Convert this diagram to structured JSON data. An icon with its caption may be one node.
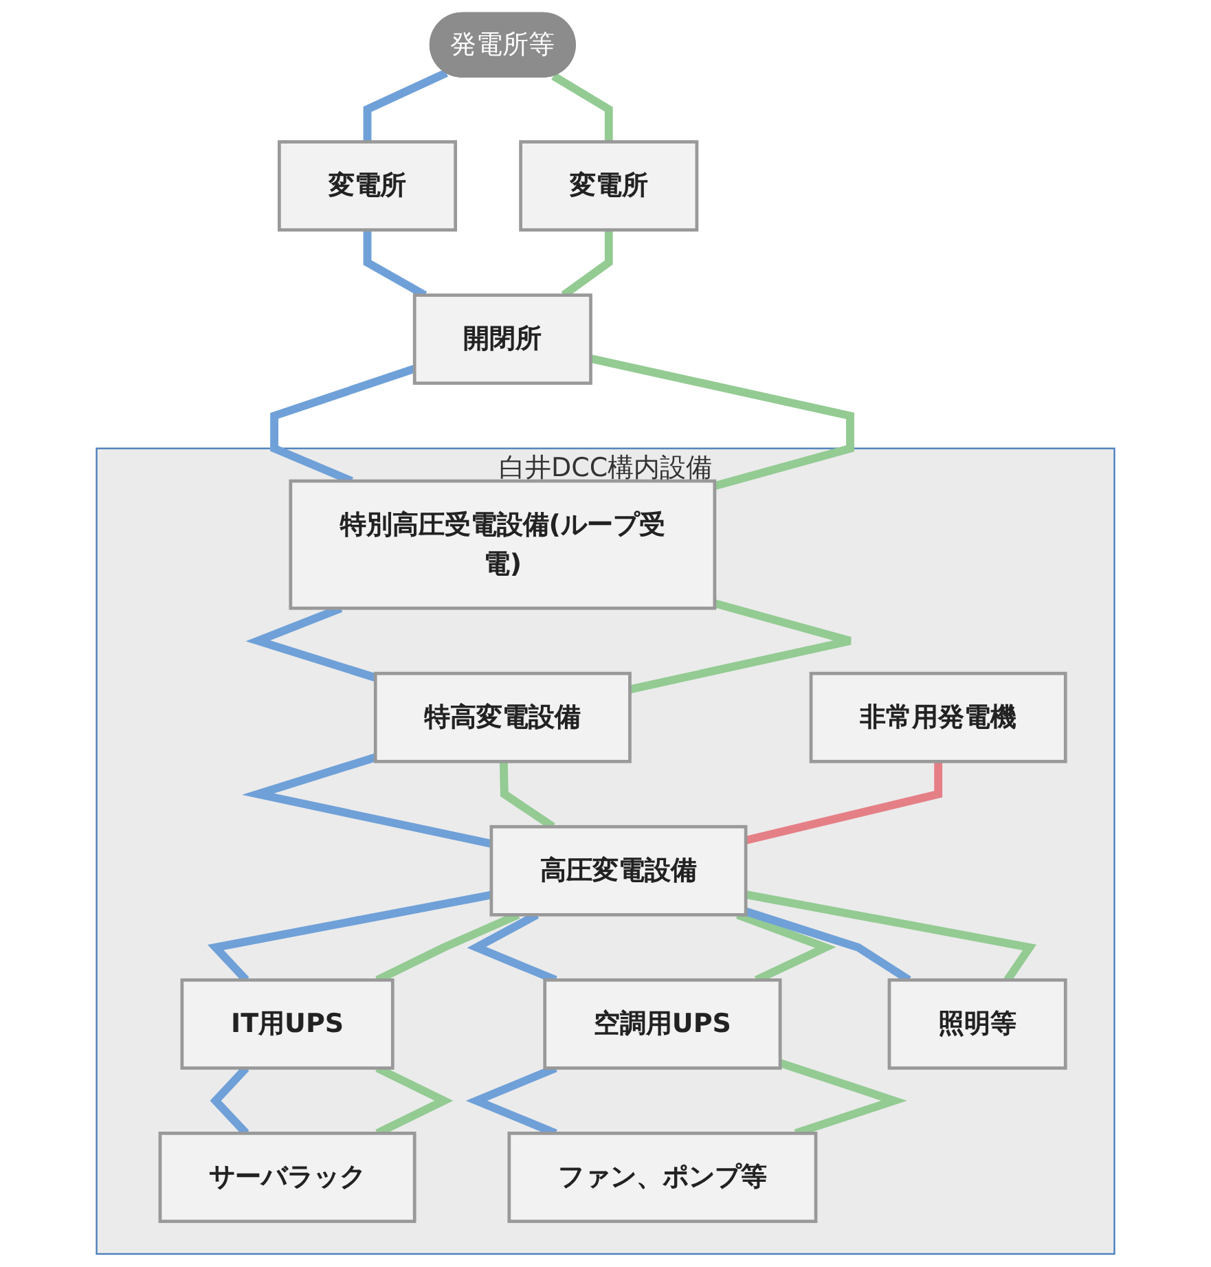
{
  "diagram": {
    "nodes": [
      {
        "text": [
          "発電所等"
        ]
      },
      {
        "text": [
          "変電所"
        ]
      },
      {
        "text": [
          "変電所"
        ]
      },
      {
        "text": [
          "開閉所"
        ]
      },
      {
        "text": [
          "白井DCC構内設備"
        ]
      },
      {
        "text": [
          "特別高圧受電設備(ループ受電)"
        ],
        "in": 4
      },
      {
        "text": [
          "非常用発電機"
        ],
        "in": 4
      },
      {
        "text": [
          "特高変電設備"
        ],
        "in": 4
      },
      {
        "text": [
          "高圧変電設備"
        ],
        "in": 4
      },
      {
        "text": [
          "IT用UPS"
        ],
        "in": 4
      },
      {
        "text": [
          "空調用UPS"
        ],
        "in": 4
      },
      {
        "text": [
          "サーバラック"
        ],
        "in": 4
      },
      {
        "text": [
          "ファン、ポンプ等"
        ],
        "in": 4
      },
      {
        "text": [
          "照明等"
        ],
        "in": 4
      }
    ],
    "edges": [
      {
        "from": 0,
        "to": 1,
        "arrow": "none",
        "color": "#6fa0d8"
      },
      {
        "from": 0,
        "to": 2,
        "arrow": "none",
        "color": "#93cb93"
      },
      {
        "from": 1,
        "to": 3,
        "arrow": "none",
        "color": "#6fa0d8"
      },
      {
        "from": 2,
        "to": 3,
        "arrow": "none",
        "color": "#93cb93"
      },
      {
        "from": 3,
        "to": 5,
        "arrow": "none",
        "color": "#6fa0d8"
      },
      {
        "from": 3,
        "to": 5,
        "arrow": "none",
        "color": "#93cb93"
      },
      {
        "from": 5,
        "to": 7,
        "arrow": "none",
        "color": "#6fa0d8"
      },
      {
        "from": 5,
        "to": 7,
        "arrow": "none",
        "color": "#93cb93"
      },
      {
        "from": 7,
        "to": 8,
        "arrow": "none",
        "color": "#6fa0d8"
      },
      {
        "from": 7,
        "to": 8,
        "arrow": "none",
        "color": "#93cb93"
      },
      {
        "from": 6,
        "to": 8,
        "arrow": "none",
        "color": "#e57f86"
      },
      {
        "from": 8,
        "to": 9,
        "arrow": "none",
        "color": "#6fa0d8"
      },
      {
        "from": 8,
        "to": 9,
        "arrow": "none",
        "color": "#93cb93"
      },
      {
        "from": 8,
        "to": 10,
        "arrow": "none",
        "color": "#6fa0d8"
      },
      {
        "from": 8,
        "to": 10,
        "arrow": "none",
        "color": "#93cb93"
      },
      {
        "from": 8,
        "to": 13,
        "arrow": "none",
        "color": "#6fa0d8"
      },
      {
        "from": 8,
        "to": 13,
        "arrow": "none",
        "color": "#93cb93"
      },
      {
        "from": 9,
        "to": 11,
        "arrow": "none",
        "color": "#6fa0d8"
      },
      {
        "from": 9,
        "to": 11,
        "arrow": "none",
        "color": "#93cb93"
      },
      {
        "from": 10,
        "to": 12,
        "arrow": "none",
        "color": "#6fa0d8"
      },
      {
        "from": 10,
        "to": 12,
        "arrow": "none",
        "color": "#93cb93"
      }
    ]
  }
}
